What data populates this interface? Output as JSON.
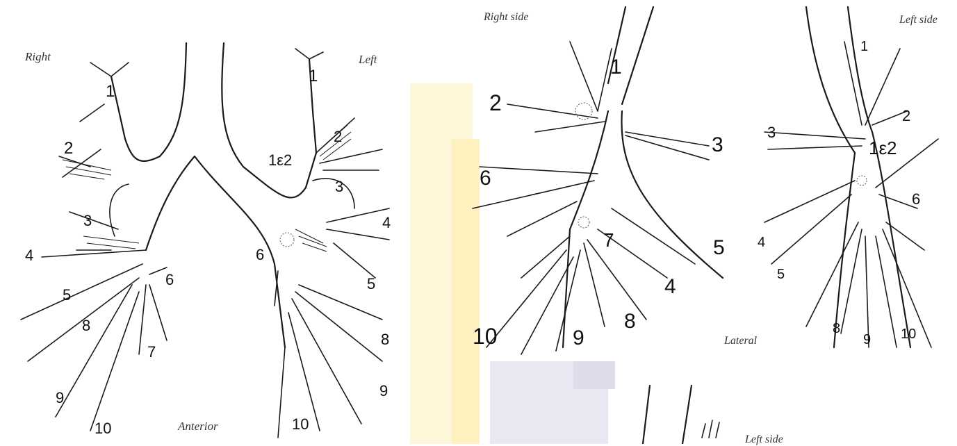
{
  "anterior_view": {
    "title_right": "Right",
    "title_left": "Left",
    "view_label": "Anterior",
    "right_segments": [
      "1",
      "2",
      "3",
      "4",
      "5",
      "6",
      "7",
      "8",
      "9",
      "10"
    ],
    "left_segments": [
      "1",
      "2",
      "1ε2",
      "3",
      "4",
      "5",
      "6",
      "8",
      "9",
      "10"
    ]
  },
  "lateral_right": {
    "title": "Right side",
    "segments": [
      "1",
      "2",
      "3",
      "5",
      "6",
      "7",
      "4",
      "8",
      "9",
      "10"
    ]
  },
  "lateral_left": {
    "title": "Left side",
    "view_label": "Lateral",
    "segments": [
      "1",
      "2",
      "3",
      "1ε2",
      "6",
      "4",
      "5",
      "8",
      "9",
      "10"
    ]
  },
  "bottom_partial": {
    "title": "Left side"
  }
}
